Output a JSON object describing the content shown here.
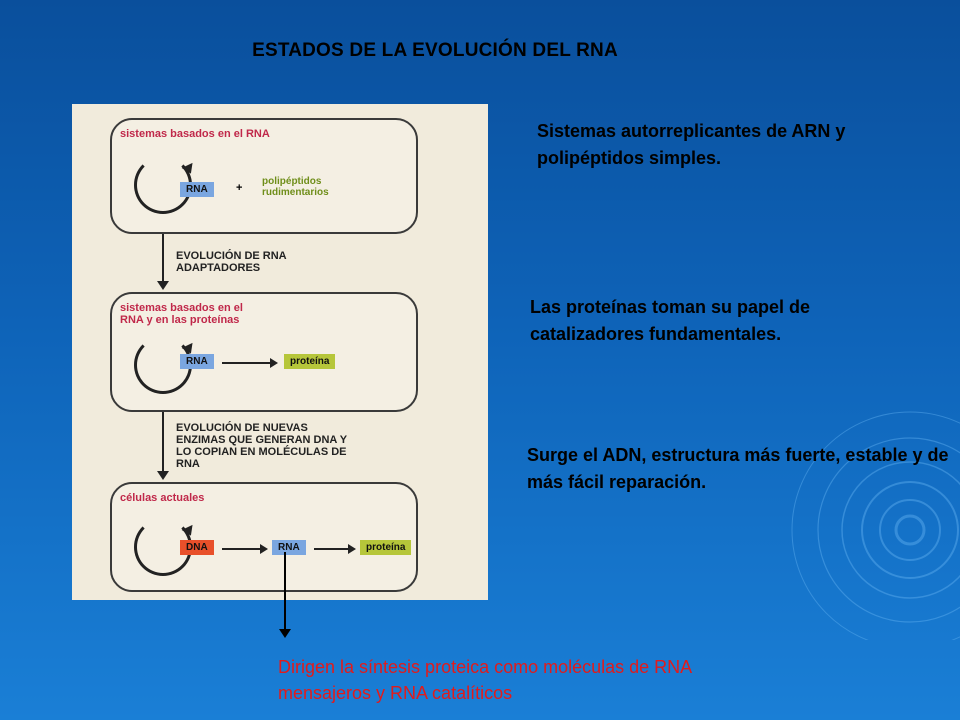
{
  "title": "ESTADOS DE LA EVOLUCIÓN DEL RNA",
  "figure": {
    "box1": {
      "title": "sistemas basados en el RNA",
      "rna": "RNA",
      "plus": "+",
      "product": "polipéptidos rudimentarios"
    },
    "step1": "EVOLUCIÓN DE RNA ADAPTADORES",
    "box2": {
      "title": "sistemas basados en el RNA y en las proteínas",
      "rna": "RNA",
      "product": "proteína"
    },
    "step2": "EVOLUCIÓN DE NUEVAS ENZIMAS QUE GENERAN DNA Y LO COPIAN EN MOLÉCULAS DE RNA",
    "box3": {
      "title": "células actuales",
      "dna": "DNA",
      "rna": "RNA",
      "product": "proteína"
    }
  },
  "notes": {
    "n1": "Sistemas autorreplicantes de ARN y polipéptidos simples.",
    "n2": "Las proteínas toman su papel de catalizadores fundamentales.",
    "n3": "Surge el ADN, estructura más fuerte, estable y de más fácil reparación."
  },
  "callout": "Dirigen la síntesis proteica como moléculas de RNA mensajeros y RNA catalíticos",
  "colors": {
    "title": "#000000",
    "callout": "#e21b1b",
    "rna_tag": "#7aa6e0",
    "protein_tag": "#b6c63a",
    "dna_tag": "#e8502a"
  }
}
